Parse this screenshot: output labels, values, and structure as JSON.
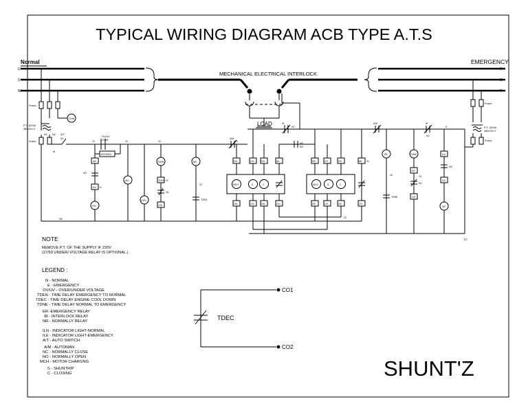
{
  "title": "TYPICAL  WIRING DIAGRAM  ACB  TYPE  A.T.S",
  "labels": {
    "normal": "Normal",
    "emergency": "EMERGENCY",
    "interlock": "MECHANICAL ELECTRICAL INTERLOCK",
    "load": "LOAD",
    "phase_u": "U",
    "phase_v": "V",
    "phase_w": "W",
    "phase_r": "R",
    "phase_s": "S",
    "phase_t": "T",
    "fuses_left": "Fuses",
    "fuses_left2": "Fuses",
    "fuses_right": "Fuses",
    "fuses_right2": "Fuses",
    "pt_left_1": "P.T. 100VA",
    "pt_left_2": "380/220 V",
    "pt_right_1": "P.T. 100VA",
    "pt_right_2": "380/220 V",
    "n1": "N1",
    "n2": "N2",
    "at": "A/T",
    "at_dir": "AT",
    "relay_2759": "27/59",
    "ovuv": "OV/UV",
    "ovuv_num": "27/59",
    "bypass": "BYPASS",
    "am1": "A/M",
    "am2": "A/M",
    "nc_top": "NC",
    "ir_top": "IR",
    "nr_top": "NR",
    "no_top": "NO",
    "ir_right": "IR",
    "nc_right": "NC",
    "coil_an": "AN",
    "coil_tden": "TDEN",
    "coil_nr": "NR",
    "coil_ilen": "ILEN",
    "coil_nc": "NC",
    "coil_tdec": "TDEC",
    "coil_er": "ER",
    "coil_tdne": "TDNE",
    "coil_ile": "ILE",
    "coil_no": "NO",
    "node_n": "N",
    "node_e": "E",
    "node_e2": "E2",
    "label_22": "22",
    "label_23": "23",
    "label_24": "24",
    "label_43": "43",
    "wire_n0": "N0",
    "wire_m": "M",
    "wire_e0": "E0",
    "tdne": "TDNE",
    "tden": "TDEN",
    "sn": "S/N",
    "cn": "C/N",
    "se": "S/E",
    "ce": "C/E",
    "mch": "MCH",
    "s": "S",
    "c": "C",
    "note_title": "NOTE",
    "note_1": "REMOVE P.T. OF THE SUPPLY IF 220V",
    "note_2": "(27/59  UNDER/ VOLTAGE RELAY IS OPTIONAL.)",
    "legend_title": "LEGEND :",
    "tdec_label": "TDEC",
    "co1": "CO1",
    "co2": "CO2",
    "brand": "SHUNT'Z"
  },
  "legend": [
    "N - NORMAL",
    "E - EMERGENCY",
    "OV/UV - OVER/UNDER VOLTAGE",
    "TDEN - TIME DELAY EMERGENCY TO NORMAL",
    "TDEC - TIME DELAY ENGINE COOL DOWN",
    "TDNE - TIME DELAY NORMAL TO EMERGENCY",
    "ER -EMERGENCY RELAY",
    "IR - INTERLOCK RELAY",
    "NR - NORMALLY RELAY",
    "ILN - INDICATOR LIGHT-NORMAL",
    "ILE - INDICATOR LIGHT-EMERGENCY",
    "A/T - AUTO SWITCH",
    "A/M - AUTOMAN",
    "NC - NORMALLY CLOSE",
    "NO - NORMALLY OPEN",
    "MCH - MOTOR CHARGNG",
    "S - SHUNTRIP",
    "C - CLOSING"
  ],
  "colors": {
    "ink": "#000000",
    "paper": "#ffffff"
  }
}
